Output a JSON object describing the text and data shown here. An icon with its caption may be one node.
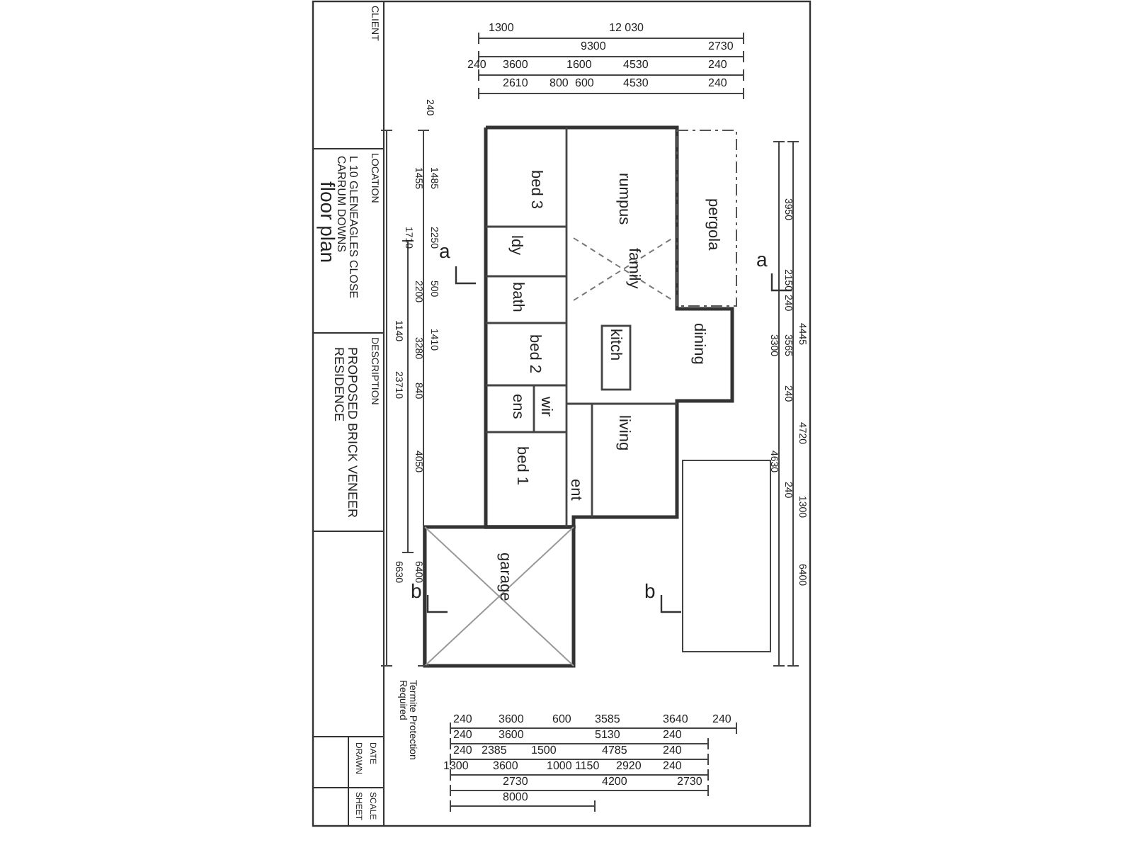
{
  "diagram": {
    "title": "floor plan",
    "nodes": [
      {
        "text": [
          "bed 3"
        ]
      },
      {
        "text": [
          "rumpus"
        ]
      },
      {
        "text": [
          "pergola"
        ]
      },
      {
        "text": [
          "ldy"
        ]
      },
      {
        "text": [
          "family"
        ]
      },
      {
        "text": [
          "bath"
        ]
      },
      {
        "text": [
          "bed 2"
        ]
      },
      {
        "text": [
          "kitch"
        ]
      },
      {
        "text": [
          "dining"
        ]
      },
      {
        "text": [
          "ens"
        ]
      },
      {
        "text": [
          "wir"
        ]
      },
      {
        "text": [
          "living"
        ]
      },
      {
        "text": [
          "bed 1"
        ]
      },
      {
        "text": [
          "ent"
        ]
      },
      {
        "text": [
          "garage"
        ]
      }
    ],
    "labels": [
      "1300",
      "12 030",
      "9300",
      "2730",
      "240",
      "3600",
      "1600",
      "4530",
      "240",
      "2610",
      "800",
      "600",
      "4530",
      "240",
      "CLIENT",
      "LOCATION",
      "L 10 GLENEAGLES CLOSE CARRUM DOWNS",
      "DESCRIPTION",
      "PROPOSED BRICK VENEER RESIDENCE",
      "240",
      "1455",
      "1485",
      "1710",
      "2250",
      "2200",
      "500",
      "1410",
      "1140",
      "3280",
      "840",
      "23710",
      "4050",
      "6630",
      "6400",
      "3950",
      "2150",
      "240",
      "3300",
      "3565",
      "4445",
      "240",
      "4630",
      "4720",
      "240",
      "1300",
      "6400",
      "a",
      "a",
      "b",
      "b",
      "240",
      "3600",
      "600",
      "3585",
      "3640",
      "240",
      "240",
      "3600",
      "5130",
      "240",
      "240",
      "2385",
      "1500",
      "4785",
      "240",
      "1300",
      "3600",
      "1000",
      "1150",
      "2920",
      "240",
      "2730",
      "4200",
      "2730",
      "8000",
      "Termite Protection Required",
      "DRAWN",
      "DATE",
      "SHEET",
      "SCALE"
    ]
  }
}
